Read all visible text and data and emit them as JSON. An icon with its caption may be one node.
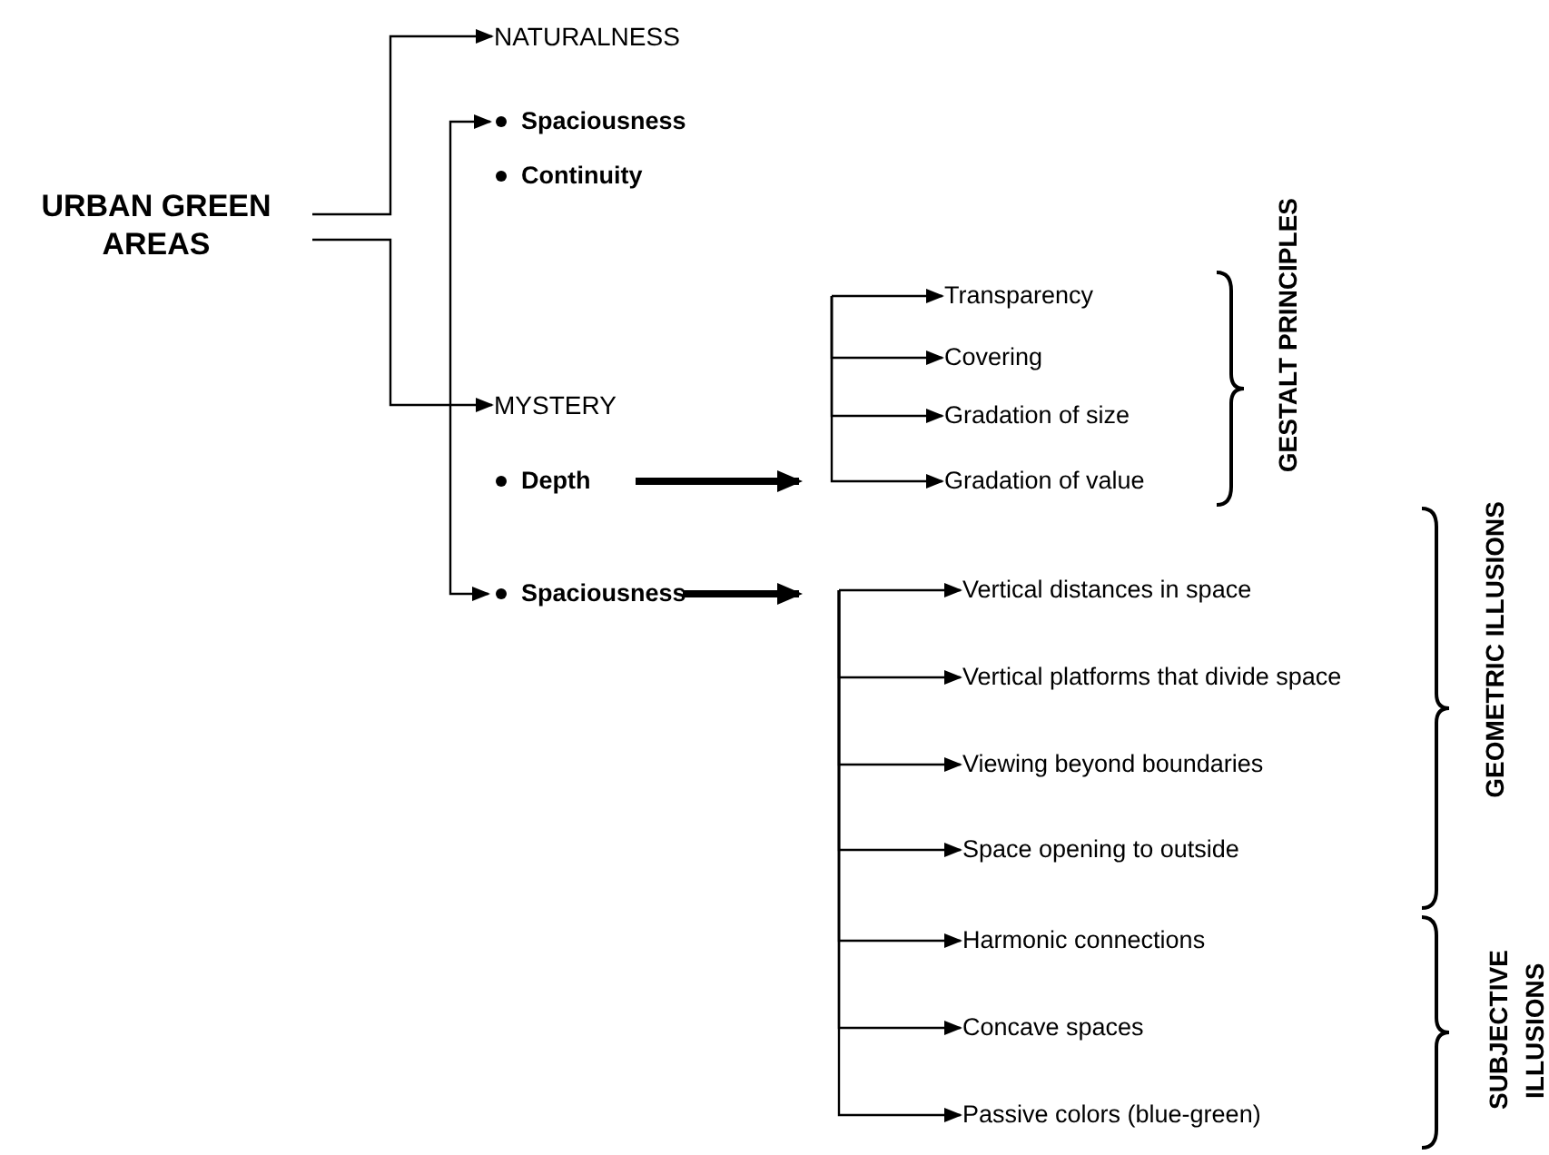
{
  "diagram": {
    "nodes": [
      {
        "text": [
          "URBAN GREEN AREAS"
        ]
      },
      {
        "text": [
          "NATURALNESS"
        ]
      },
      {
        "text": [
          "Spaciousness"
        ]
      },
      {
        "text": [
          "Continuity"
        ]
      },
      {
        "text": [
          "MYSTERY"
        ]
      },
      {
        "text": [
          "Depth"
        ]
      },
      {
        "text": [
          "Spaciousness"
        ]
      },
      {
        "text": [
          "Transparency"
        ]
      },
      {
        "text": [
          "Covering"
        ]
      },
      {
        "text": [
          "Gradation of size"
        ]
      },
      {
        "text": [
          "Gradation of value"
        ]
      },
      {
        "text": [
          "Vertical distances in space"
        ]
      },
      {
        "text": [
          "Vertical platforms that divide space"
        ]
      },
      {
        "text": [
          "Viewing beyond boundaries"
        ]
      },
      {
        "text": [
          "Space opening to outside"
        ]
      },
      {
        "text": [
          "Harmonic connections"
        ]
      },
      {
        "text": [
          "Concave spaces"
        ]
      },
      {
        "text": [
          "Passive colors (blue-green)"
        ]
      }
    ],
    "edges": [
      {
        "from": 0,
        "to": 1,
        "arrow": "to"
      },
      {
        "from": 0,
        "to": 4,
        "arrow": "to"
      },
      {
        "from": 2,
        "to": 6,
        "arrow": "both"
      },
      {
        "from": 5,
        "to": null,
        "arrow": "to",
        "style": "thick"
      },
      {
        "from": null,
        "to": 7,
        "arrow": "to"
      },
      {
        "from": null,
        "to": 8,
        "arrow": "to"
      },
      {
        "from": null,
        "to": 9,
        "arrow": "to"
      },
      {
        "from": null,
        "to": 10,
        "arrow": "to"
      },
      {
        "from": 6,
        "to": null,
        "arrow": "to",
        "style": "thick"
      },
      {
        "from": null,
        "to": 11,
        "arrow": "to"
      },
      {
        "from": null,
        "to": 12,
        "arrow": "to"
      },
      {
        "from": null,
        "to": 13,
        "arrow": "to"
      },
      {
        "from": null,
        "to": 14,
        "arrow": "to"
      },
      {
        "from": null,
        "to": 15,
        "arrow": "to"
      },
      {
        "from": null,
        "to": 16,
        "arrow": "to"
      },
      {
        "from": null,
        "to": 17,
        "arrow": "to"
      }
    ],
    "labels": [
      "GESTALT PRINCIPLES",
      "GEOMETRIC ILLUSIONS",
      "SUBJECTIVE ILLUSIONS"
    ]
  }
}
